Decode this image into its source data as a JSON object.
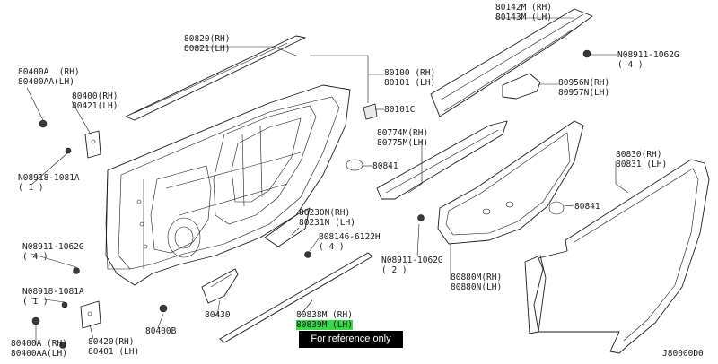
{
  "labels": {
    "p80142": [
      "80142M (RH)",
      "80143M (LH)"
    ],
    "p08911_top": [
      "N08911-1062G",
      "( 4 )"
    ],
    "p80820": [
      "80820(RH)",
      "80821(LH)"
    ],
    "p80100": [
      "80100 (RH)",
      "80101 (LH)"
    ],
    "p80400a_top": [
      "80400A  (RH)",
      "80400AA(LH)"
    ],
    "p80400": [
      "80400(RH)",
      "80421(LH)"
    ],
    "p80101c": "80101C",
    "p80956": [
      "80956N(RH)",
      "80957N(LH)"
    ],
    "p80774": [
      "80774M(RH)",
      "80775M(LH)"
    ],
    "p80841_a": "80841",
    "p08918_top": [
      "N08918-1081A",
      "( 1 )"
    ],
    "p80830": [
      "80830(RH)",
      "80831 (LH)"
    ],
    "p80230": [
      "80230N(RH)",
      "80231N (LH)"
    ],
    "p80841_b": "80841",
    "p08146": [
      "B08146-6122H",
      "( 4 )"
    ],
    "p08911_left": [
      "N08911-1062G",
      "( 4 )"
    ],
    "p08911_mid": [
      "N08911-1062G",
      "( 2 )"
    ],
    "p08918_bot": [
      "N08918-1081A",
      "( 1 )"
    ],
    "p80880": [
      "80880M(RH)",
      "80880N(LH)"
    ],
    "p80430": "80430",
    "p80838": [
      "80838M (RH)",
      "80839M (LH)"
    ],
    "p80400b": "80400B",
    "p80400a_bot": [
      "80400A (RH)",
      "80400AA(LH)"
    ],
    "p80420": [
      "80420(RH)",
      "80401 (LH)"
    ],
    "diagram_code": "J80000D0"
  },
  "reference_note": "For reference only",
  "colors": {
    "highlight": "#39d84a",
    "banner_bg": "#000000",
    "banner_text": "#ffffff",
    "ink": "#1a1a1a"
  }
}
